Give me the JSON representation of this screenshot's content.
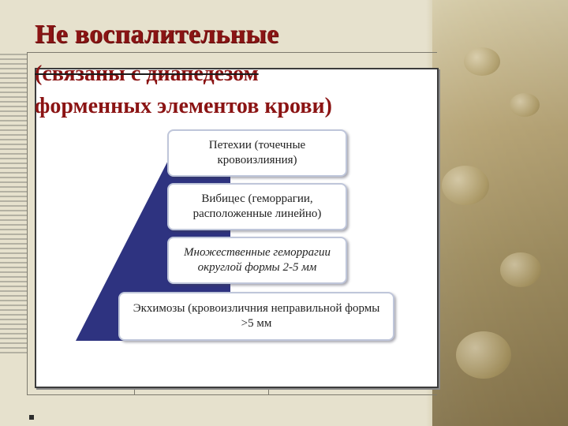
{
  "slide": {
    "title": "Не воспалительные",
    "subtitle_line1": "(связаны с диапедезом",
    "subtitle_line2": "форменных элементов крови)"
  },
  "pyramid": {
    "levels": [
      "Петехии (точечные кровоизлияния)",
      "Вибицес (геморрагии, расположенные линейно)",
      "Множественные геморрагии округлой формы 2-5 мм",
      "Экхимозы (кровоизличния неправильной формы >5 мм"
    ]
  },
  "colors": {
    "title_red": "#8b1414",
    "pyramid_navy": "#2e3380"
  }
}
